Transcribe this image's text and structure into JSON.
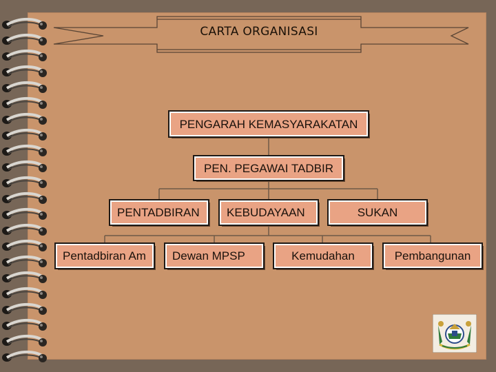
{
  "title": "CARTA ORGANISASI",
  "levels": {
    "top": "PENGARAH KEMASYARAKATAN",
    "second": "PEN. PEGAWAI TADBIR",
    "departments": [
      "PENTADBIRAN",
      "KEBUDAYAAN",
      "SUKAN"
    ],
    "units": [
      "Pentadbiran Am",
      "Dewan MPSP",
      "Kemudahan",
      "Pembangunan"
    ]
  },
  "colors": {
    "page": "#c9946b",
    "box_fill": "#e9a384",
    "box_border": "#1f1915",
    "connector": "#6e5a48"
  },
  "icons": {
    "logo": "municipal-crest-logo",
    "rings": "notebook-ring-binding"
  }
}
